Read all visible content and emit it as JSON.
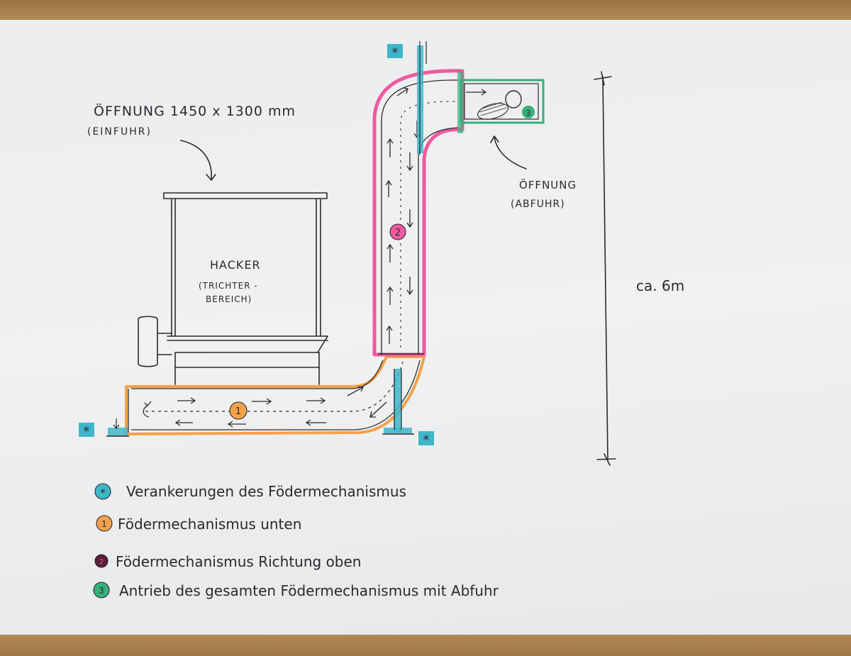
{
  "labels": {
    "inlet_title": "ÖFFNUNG 1450 x 1300 mm",
    "inlet_sub": "(EINFUHR)",
    "outlet_title": "ÖFFNUNG",
    "outlet_sub": "(ABFUHR)",
    "hacker_title": "HACKER",
    "hacker_sub1": "(TRICHTER -",
    "hacker_sub2": "BEREICH)",
    "height": "ca. 6m",
    "anchor_mark": "*",
    "marker_1": "1",
    "marker_2": "2",
    "marker_3": "3"
  },
  "legend": [
    {
      "symbol": "*",
      "color": "#3fb6c9",
      "text": "Verankerungen des Födermechanismus"
    },
    {
      "symbol": "1",
      "color": "#f4a24b",
      "text": "Födermechanismus unten"
    },
    {
      "symbol": "2",
      "color": "#e23a86",
      "text": "Födermechanismus Richtung oben"
    },
    {
      "symbol": "3",
      "color": "#36b07a",
      "text": "Antrieb des gesamten Födermechanismus mit Abfuhr"
    }
  ],
  "colors": {
    "orange": "#f4a24b",
    "pink": "#ee5aa0",
    "teal": "#3fb6c9",
    "green": "#36b07a",
    "ink": "#2a2a2e"
  }
}
